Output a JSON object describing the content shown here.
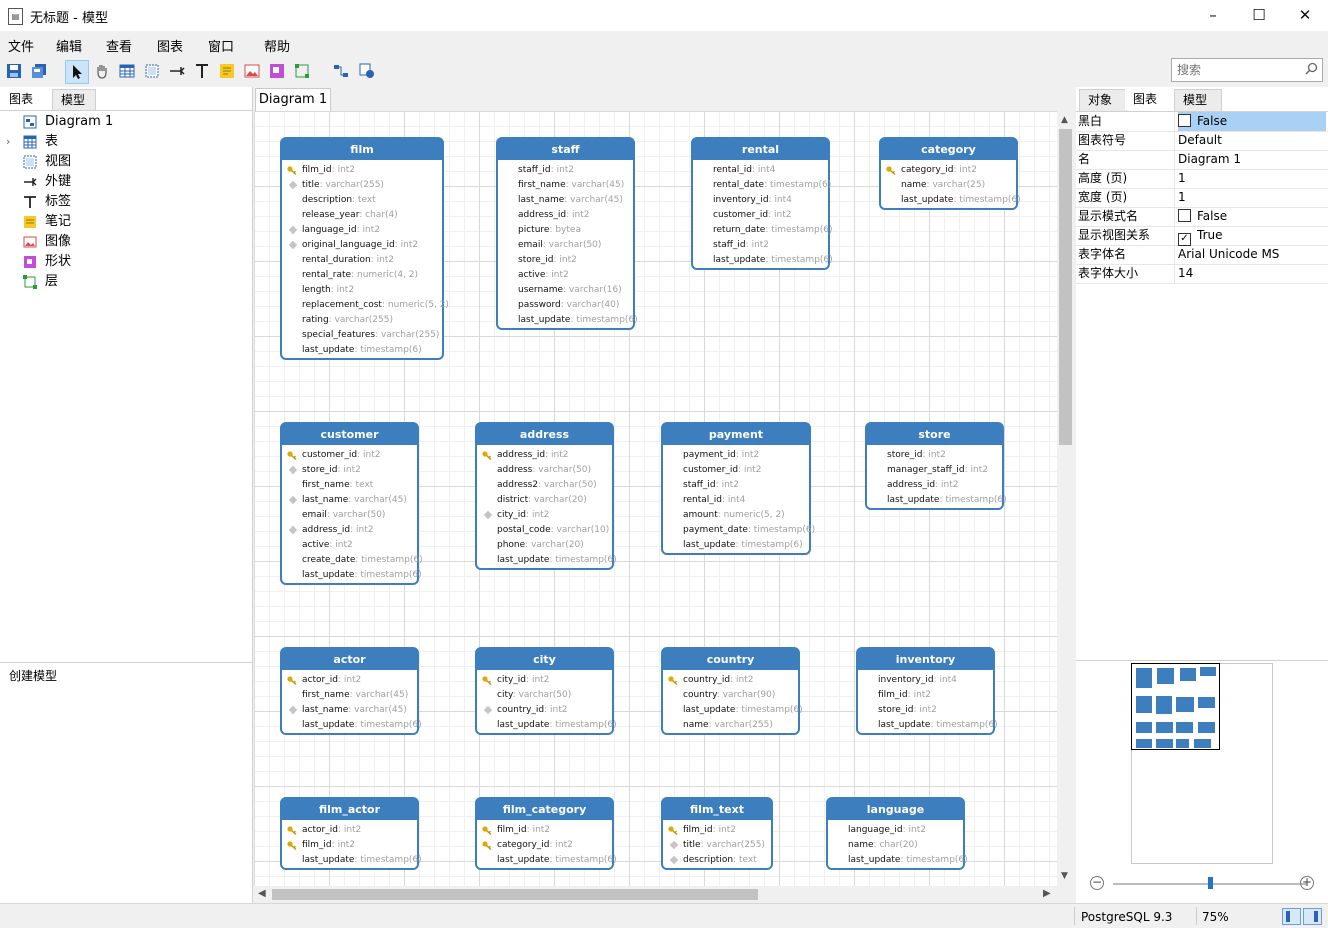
{
  "window": {
    "title": "无标题 - 模型",
    "app_icon": "document-icon"
  },
  "menu": [
    "文件",
    "编辑",
    "查看",
    "图表",
    "窗口",
    "帮助"
  ],
  "search": {
    "placeholder": "搜索"
  },
  "left_panel": {
    "tabs": [
      "图表",
      "模型"
    ],
    "tree": [
      {
        "label": "Diagram 1",
        "icon": "diagram-icon"
      },
      {
        "label": "表",
        "icon": "table-icon"
      },
      {
        "label": "视图",
        "icon": "view-icon"
      },
      {
        "label": "外键",
        "icon": "foreign-key-icon"
      },
      {
        "label": "标签",
        "icon": "label-icon"
      },
      {
        "label": "笔记",
        "icon": "note-icon"
      },
      {
        "label": "图像",
        "icon": "image-icon"
      },
      {
        "label": "形状",
        "icon": "shape-icon"
      },
      {
        "label": "层",
        "icon": "layer-icon"
      }
    ],
    "description": "创建模型"
  },
  "diagram": {
    "tab": "Diagram 1",
    "tables": [
      {
        "name": "film",
        "columns": [
          [
            "film_id",
            "int2",
            "pk"
          ],
          [
            "title",
            "varchar(255)",
            "idx"
          ],
          [
            "description",
            "text",
            ""
          ],
          [
            "release_year",
            "char(4)",
            ""
          ],
          [
            "language_id",
            "int2",
            "idx"
          ],
          [
            "original_language_id",
            "int2",
            "idx"
          ],
          [
            "rental_duration",
            "int2",
            ""
          ],
          [
            "rental_rate",
            "numeric(4, 2)",
            ""
          ],
          [
            "length",
            "int2",
            ""
          ],
          [
            "replacement_cost",
            "numeric(5, 2)",
            ""
          ],
          [
            "rating",
            "varchar(255)",
            ""
          ],
          [
            "special_features",
            "varchar(255)",
            ""
          ],
          [
            "last_update",
            "timestamp(6)",
            ""
          ]
        ]
      },
      {
        "name": "staff",
        "columns": [
          [
            "staff_id",
            "int2",
            ""
          ],
          [
            "first_name",
            "varchar(45)",
            ""
          ],
          [
            "last_name",
            "varchar(45)",
            ""
          ],
          [
            "address_id",
            "int2",
            ""
          ],
          [
            "picture",
            "bytea",
            ""
          ],
          [
            "email",
            "varchar(50)",
            ""
          ],
          [
            "store_id",
            "int2",
            ""
          ],
          [
            "active",
            "int2",
            ""
          ],
          [
            "username",
            "varchar(16)",
            ""
          ],
          [
            "password",
            "varchar(40)",
            ""
          ],
          [
            "last_update",
            "timestamp(6)",
            ""
          ]
        ]
      },
      {
        "name": "rental",
        "columns": [
          [
            "rental_id",
            "int4",
            ""
          ],
          [
            "rental_date",
            "timestamp(6)",
            ""
          ],
          [
            "inventory_id",
            "int4",
            ""
          ],
          [
            "customer_id",
            "int2",
            ""
          ],
          [
            "return_date",
            "timestamp(6)",
            ""
          ],
          [
            "staff_id",
            "int2",
            ""
          ],
          [
            "last_update",
            "timestamp(6)",
            ""
          ]
        ]
      },
      {
        "name": "category",
        "columns": [
          [
            "category_id",
            "int2",
            "pk"
          ],
          [
            "name",
            "varchar(25)",
            ""
          ],
          [
            "last_update",
            "timestamp(6)",
            ""
          ]
        ]
      },
      {
        "name": "customer",
        "columns": [
          [
            "customer_id",
            "int2",
            "pk"
          ],
          [
            "store_id",
            "int2",
            "idx"
          ],
          [
            "first_name",
            "text",
            ""
          ],
          [
            "last_name",
            "varchar(45)",
            "idx"
          ],
          [
            "email",
            "varchar(50)",
            ""
          ],
          [
            "address_id",
            "int2",
            "idx"
          ],
          [
            "active",
            "int2",
            ""
          ],
          [
            "create_date",
            "timestamp(6)",
            ""
          ],
          [
            "last_update",
            "timestamp(6)",
            ""
          ]
        ]
      },
      {
        "name": "address",
        "columns": [
          [
            "address_id",
            "int2",
            "pk"
          ],
          [
            "address",
            "varchar(50)",
            ""
          ],
          [
            "address2",
            "varchar(50)",
            ""
          ],
          [
            "district",
            "varchar(20)",
            ""
          ],
          [
            "city_id",
            "int2",
            "idx"
          ],
          [
            "postal_code",
            "varchar(10)",
            ""
          ],
          [
            "phone",
            "varchar(20)",
            ""
          ],
          [
            "last_update",
            "timestamp(6)",
            ""
          ]
        ]
      },
      {
        "name": "payment",
        "columns": [
          [
            "payment_id",
            "int2",
            ""
          ],
          [
            "customer_id",
            "int2",
            ""
          ],
          [
            "staff_id",
            "int2",
            ""
          ],
          [
            "rental_id",
            "int4",
            ""
          ],
          [
            "amount",
            "numeric(5, 2)",
            ""
          ],
          [
            "payment_date",
            "timestamp(6)",
            ""
          ],
          [
            "last_update",
            "timestamp(6)",
            ""
          ]
        ]
      },
      {
        "name": "store",
        "columns": [
          [
            "store_id",
            "int2",
            ""
          ],
          [
            "manager_staff_id",
            "int2",
            ""
          ],
          [
            "address_id",
            "int2",
            ""
          ],
          [
            "last_update",
            "timestamp(6)",
            ""
          ]
        ]
      },
      {
        "name": "actor",
        "columns": [
          [
            "actor_id",
            "int2",
            "pk"
          ],
          [
            "first_name",
            "varchar(45)",
            ""
          ],
          [
            "last_name",
            "varchar(45)",
            "idx"
          ],
          [
            "last_update",
            "timestamp(6)",
            ""
          ]
        ]
      },
      {
        "name": "city",
        "columns": [
          [
            "city_id",
            "int2",
            "pk"
          ],
          [
            "city",
            "varchar(50)",
            ""
          ],
          [
            "country_id",
            "int2",
            "idx"
          ],
          [
            "last_update",
            "timestamp(6)",
            ""
          ]
        ]
      },
      {
        "name": "country",
        "columns": [
          [
            "country_id",
            "int2",
            "pk"
          ],
          [
            "country",
            "varchar(90)",
            ""
          ],
          [
            "last_update",
            "timestamp(6)",
            ""
          ],
          [
            "name",
            "varchar(255)",
            ""
          ]
        ]
      },
      {
        "name": "inventory",
        "columns": [
          [
            "inventory_id",
            "int4",
            ""
          ],
          [
            "film_id",
            "int2",
            ""
          ],
          [
            "store_id",
            "int2",
            ""
          ],
          [
            "last_update",
            "timestamp(6)",
            ""
          ]
        ]
      },
      {
        "name": "film_actor",
        "columns": [
          [
            "actor_id",
            "int2",
            "pk"
          ],
          [
            "film_id",
            "int2",
            "pk"
          ],
          [
            "last_update",
            "timestamp(6)",
            ""
          ]
        ]
      },
      {
        "name": "film_category",
        "columns": [
          [
            "film_id",
            "int2",
            "pk"
          ],
          [
            "category_id",
            "int2",
            "pk"
          ],
          [
            "last_update",
            "timestamp(6)",
            ""
          ]
        ]
      },
      {
        "name": "film_text",
        "columns": [
          [
            "film_id",
            "int2",
            "pk"
          ],
          [
            "title",
            "varchar(255)",
            "idx"
          ],
          [
            "description",
            "text",
            "idx"
          ]
        ]
      },
      {
        "name": "language",
        "columns": [
          [
            "language_id",
            "int2",
            ""
          ],
          [
            "name",
            "char(20)",
            ""
          ],
          [
            "last_update",
            "timestamp(6)",
            ""
          ]
        ]
      }
    ]
  },
  "right_panel": {
    "tabs": [
      "对象",
      "图表",
      "模型"
    ],
    "properties": [
      {
        "name": "黑白",
        "value": "False",
        "checkbox": true,
        "checked": false,
        "highlight": true
      },
      {
        "name": "图表符号",
        "value": "Default"
      },
      {
        "name": "名",
        "value": "Diagram 1"
      },
      {
        "name": "高度 (页)",
        "value": "1"
      },
      {
        "name": "宽度 (页)",
        "value": "1"
      },
      {
        "name": "显示模式名",
        "value": "False",
        "checkbox": true,
        "checked": false
      },
      {
        "name": "显示视图关系",
        "value": "True",
        "checkbox": true,
        "checked": true
      },
      {
        "name": "表字体名",
        "value": "Arial Unicode MS"
      },
      {
        "name": "表字体大小",
        "value": "14"
      }
    ],
    "zoom_slider": 0.5
  },
  "status": {
    "db": "PostgreSQL 9.3",
    "zoom": "75%"
  },
  "colors": {
    "table_header": "#3d7fbe",
    "type_text": "#a0a0a0",
    "highlight": "#a8d1f5"
  }
}
